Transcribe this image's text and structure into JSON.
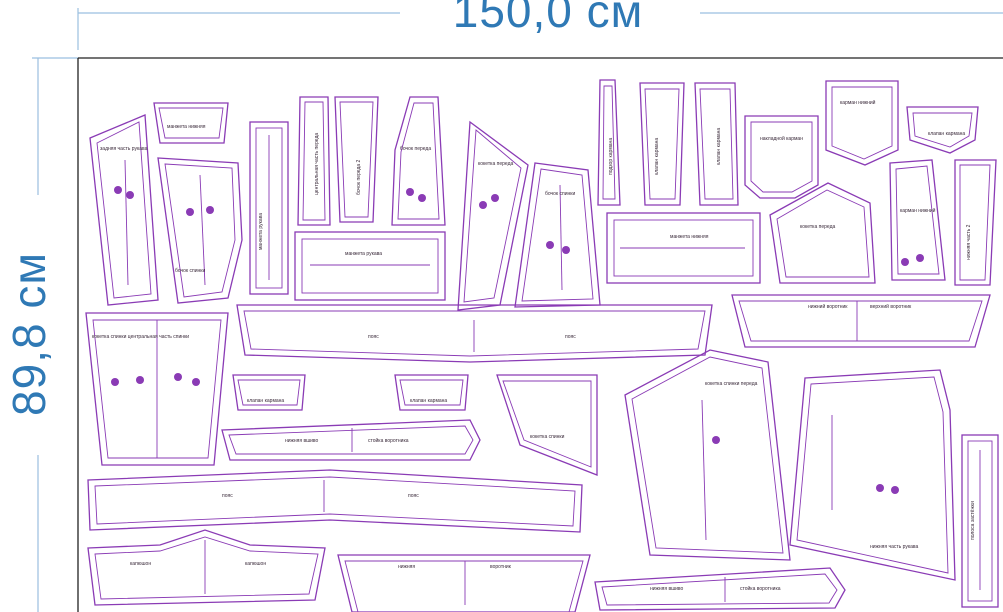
{
  "dimensions": {
    "width_label": "150,0 см",
    "height_label": "89,8 см",
    "color": "#2f79b5"
  },
  "pattern_color": "#8a3bb5",
  "pieces": [
    {
      "id": "sleeve-back",
      "label": "задняя часть рукава"
    },
    {
      "id": "sleeve-cuff-top",
      "label": "манжета нижняя"
    },
    {
      "id": "back-side",
      "label": "бочок спинки"
    },
    {
      "id": "strip-vertical",
      "label": "манжета рукава"
    },
    {
      "id": "front-center",
      "label": "центральная часть переда"
    },
    {
      "id": "front-side-2",
      "label": "бочок переда 2"
    },
    {
      "id": "front-side",
      "label": "бочок переда"
    },
    {
      "id": "front-yoke",
      "label": "кокетка переда"
    },
    {
      "id": "back-side-2",
      "label": "бочок спинки"
    },
    {
      "id": "sleeve-cuff",
      "label": "манжета рукава"
    },
    {
      "id": "pocket-strip-1",
      "label": "подзор кармана"
    },
    {
      "id": "welt-1",
      "label": "клапан кармана"
    },
    {
      "id": "welt-2",
      "label": "клапан кармана"
    },
    {
      "id": "overlay-pocket",
      "label": "накладной карман"
    },
    {
      "id": "pocket-lower",
      "label": "карман нижний"
    },
    {
      "id": "flap-small",
      "label": "клапан кармана"
    },
    {
      "id": "cuff-bottom",
      "label": "манжета нижняя"
    },
    {
      "id": "yoke-front",
      "label": "кокетка переда"
    },
    {
      "id": "lower-inner",
      "label": "карман нижний"
    },
    {
      "id": "side-part-2",
      "label": "нижняя часть 2"
    },
    {
      "id": "collar-upper",
      "label": "нижний воротник"
    },
    {
      "id": "collar-upper-2",
      "label": "верхний воротник"
    },
    {
      "id": "back-center",
      "label": "кокетка спинки центральная часть спинки"
    },
    {
      "id": "band-1",
      "label": "пояс"
    },
    {
      "id": "flap-c1",
      "label": "клапан кармана"
    },
    {
      "id": "flap-c2",
      "label": "клапан кармана"
    },
    {
      "id": "inner-pocket",
      "label": "кокетка спинки"
    },
    {
      "id": "front-big",
      "label": "кокетка спинки переда"
    },
    {
      "id": "back-big",
      "label": "нижняя часть рукава"
    },
    {
      "id": "stand-1",
      "label": "нижняя вшиво"
    },
    {
      "id": "stand-1b",
      "label": "стойка воротника"
    },
    {
      "id": "band-2",
      "label": "пояс"
    },
    {
      "id": "hood",
      "label": "капюшон"
    },
    {
      "id": "hood-2",
      "label": "капюшон"
    },
    {
      "id": "collar-lower",
      "label": "нижняя"
    },
    {
      "id": "collar-lower-2",
      "label": "воротник"
    },
    {
      "id": "stand-2",
      "label": "нижняя вшиво"
    },
    {
      "id": "stand-2b",
      "label": "стойка воротника"
    },
    {
      "id": "strip-right",
      "label": "полоса застёжки"
    }
  ]
}
